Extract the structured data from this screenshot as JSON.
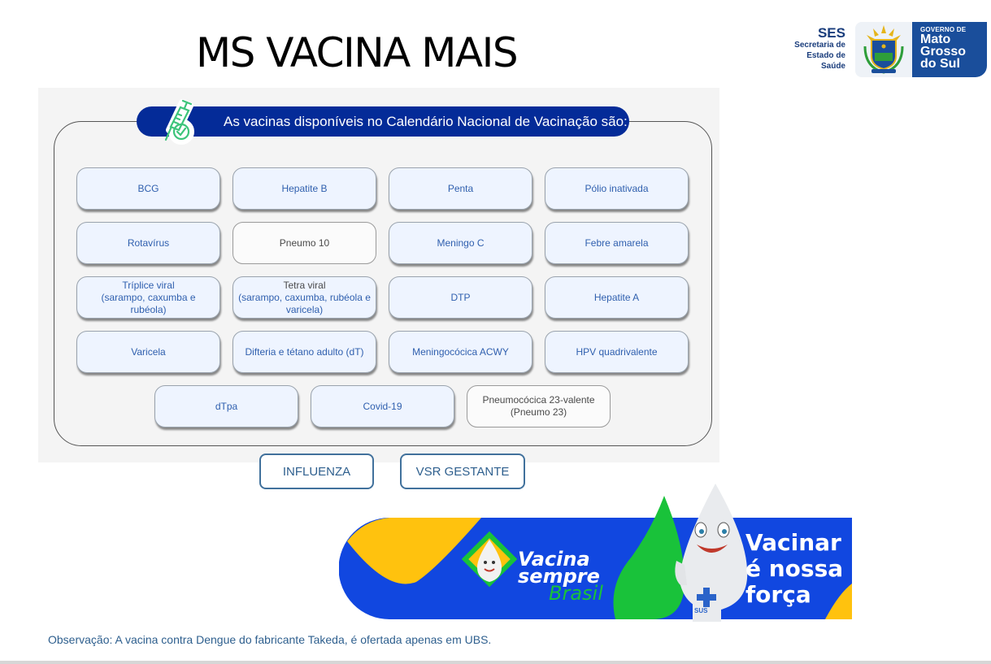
{
  "title": "MS VACINA MAIS",
  "logo": {
    "ses_abbrev": "SES",
    "ses_lines": [
      "Secretaria de",
      "Estado de",
      "Saúde"
    ],
    "gov_small": "GOVERNO DE",
    "gov_big": [
      "Mato",
      "Grosso",
      "do Sul"
    ]
  },
  "calendar": {
    "heading": "As vacinas disponíveis no Calendário Nacional de Vacinação são:",
    "icon": "syringe-check-icon",
    "vaccines": [
      {
        "label": "BCG",
        "style": "highlight"
      },
      {
        "label": "Hepatite B",
        "style": "highlight"
      },
      {
        "label": "Penta",
        "style": "highlight"
      },
      {
        "label": "Pólio inativada",
        "style": "highlight"
      },
      {
        "label": "Rotavírus",
        "style": "highlight"
      },
      {
        "label": "Pneumo 10",
        "style": "plain"
      },
      {
        "label": "Meningo C",
        "style": "highlight"
      },
      {
        "label": "Febre amarela",
        "style": "highlight"
      },
      {
        "label": "Tríplice viral",
        "sub": "(sarampo, caxumba e rubéola)",
        "style": "highlight"
      },
      {
        "label": "Tetra viral",
        "sub": "(sarampo, caxumba, rubéola e varicela)",
        "style": "highlight"
      },
      {
        "label": "DTP",
        "style": "highlight"
      },
      {
        "label": "Hepatite A",
        "style": "highlight"
      },
      {
        "label": "Varicela",
        "style": "highlight"
      },
      {
        "label": "Difteria e tétano adulto (dT)",
        "style": "highlight"
      },
      {
        "label": "Meningocócica ACWY",
        "style": "highlight"
      },
      {
        "label": "HPV quadrivalente",
        "style": "highlight"
      },
      {
        "label": "dTpa",
        "style": "highlight"
      },
      {
        "label": "Covid-19",
        "style": "highlight"
      },
      {
        "label": "Pneumocócica 23-valente",
        "sub": "(Pneumo 23)",
        "style": "plain"
      }
    ]
  },
  "extra_buttons": {
    "influenza": "INFLUENZA",
    "vsr": "VSR GESTANTE"
  },
  "campaign": {
    "left_line1": "Vacina",
    "left_line2": "sempre",
    "left_line3": "Brasil",
    "right_line1": "Vacinar",
    "right_line2": "é nossa",
    "right_line3": "força",
    "badge": "SUS",
    "colors": {
      "blue": "#1147e0",
      "yellow": "#ffc20e",
      "green": "#19c23a"
    }
  },
  "note": "Observação: A vacina contra Dengue do fabricante Takeda,  é ofertada apenas em UBS."
}
